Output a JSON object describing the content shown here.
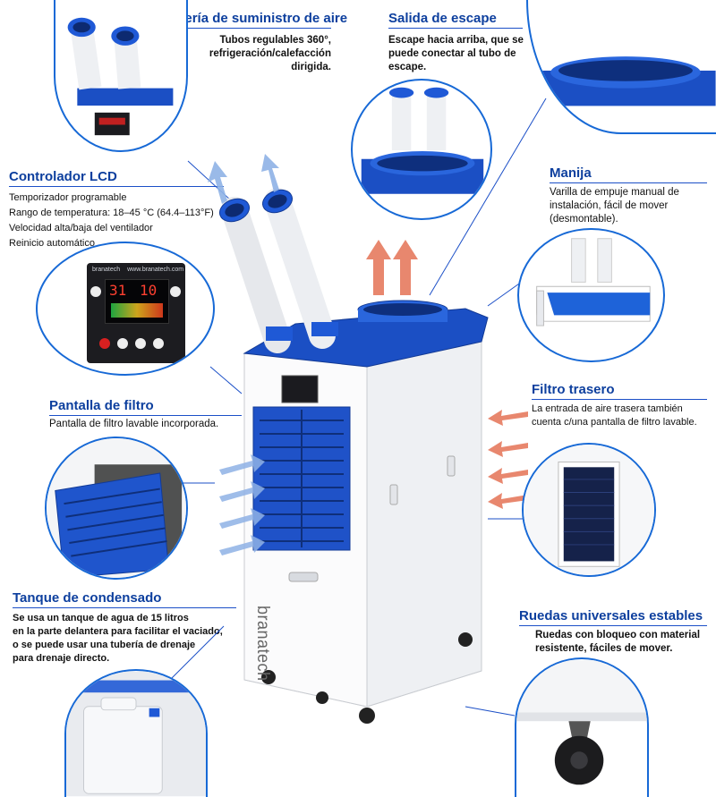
{
  "labels": {
    "tuberia": {
      "title": "Tubería de suministro de aire",
      "lines": [
        "Tubos regulables 360°,",
        "refrigeración/calefacción",
        "dirigida."
      ]
    },
    "salida": {
      "title": "Salida de escape",
      "lines": [
        "Escape hacia arriba, que se",
        "puede conectar al tubo de",
        "escape."
      ]
    },
    "controlador": {
      "title": "Controlador LCD",
      "lines": [
        "Temporizador programable",
        "Rango de temperatura: 18–45 °C (64.4–113°F)",
        "Velocidad alta/baja del ventilador",
        "Reinicio automático"
      ]
    },
    "manija": {
      "title": "Manija",
      "lines": [
        "Varilla de empuje manual de",
        "instalación, fácil de mover",
        "(desmontable)."
      ]
    },
    "pantalla_filtro": {
      "title": "Pantalla de filtro",
      "lines": [
        "Pantalla de filtro lavable incorporada."
      ]
    },
    "filtro_trasero": {
      "title": "Filtro trasero",
      "lines": [
        "La entrada de aire trasera también",
        "cuenta c/una pantalla de filtro lavable."
      ]
    },
    "tanque": {
      "title": "Tanque de condensado",
      "lines": [
        "Se usa un tanque de agua de 15 litros",
        "en la parte delantera para facilitar el vaciado,",
        "o se puede usar una tubería de drenaje",
        "para drenaje directo."
      ]
    },
    "ruedas": {
      "title": "Ruedas universales estables",
      "lines": [
        "Ruedas con bloqueo con material",
        "resistente, fáciles de mover."
      ]
    }
  },
  "product": {
    "brand": "branatech",
    "panel_brand": "branatech",
    "panel_url": "www.branatech.com",
    "display_left": "31",
    "display_right": "10"
  },
  "colors": {
    "accent_blue": "#1a4fc4",
    "title_blue": "#0d3f9e",
    "exhaust_arrow": "#e8876e",
    "intake_arrow": "#8fb2e6"
  }
}
